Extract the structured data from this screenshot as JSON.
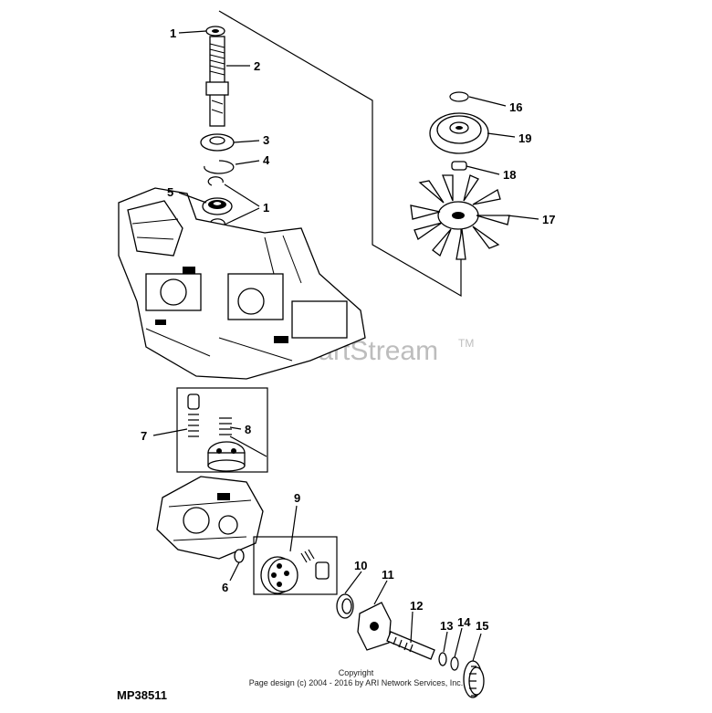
{
  "diagram_code": "MP38511",
  "watermark": {
    "text": "ARI PartStream",
    "tm": "TM"
  },
  "copyright": {
    "line1": "Copyright",
    "line2": "Page design (c) 2004 - 2016 by ARI Network Services, Inc."
  },
  "callouts": {
    "c1a": "1",
    "c2": "2",
    "c3": "3",
    "c4": "4",
    "c5": "5",
    "c1b": "1",
    "c16": "16",
    "c19": "19",
    "c18": "18",
    "c17": "17",
    "c7": "7",
    "c8": "8",
    "c9": "9",
    "c6": "6",
    "c10": "10",
    "c11": "11",
    "c12": "12",
    "c13": "13",
    "c14": "14",
    "c15": "15"
  }
}
